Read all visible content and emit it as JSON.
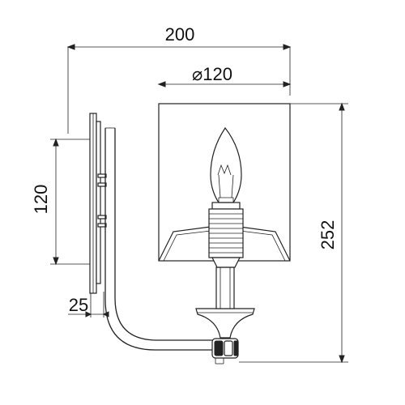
{
  "dimensions": {
    "width_overall": "200",
    "shade_diameter": "⌀120",
    "backplate_height": "120",
    "backplate_depth": "25",
    "height_overall": "252"
  },
  "colors": {
    "line": "#222222",
    "background": "#ffffff"
  }
}
